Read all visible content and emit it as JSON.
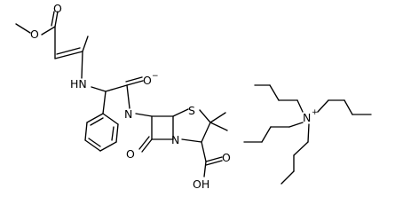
{
  "diagram": {
    "type": "chemical-structure",
    "labels": {
      "ester_o": "O",
      "carbonyl_o1": "O",
      "nh": "HN",
      "carboxylate_o": "O",
      "carboxylate_charge": "−",
      "amide_n": "N",
      "sulfur": "S",
      "ring_n": "N",
      "lactam_o": "O",
      "acid_o": "O",
      "acid_oh": "OH",
      "ammonium_n": "N",
      "ammonium_charge": "+"
    }
  }
}
